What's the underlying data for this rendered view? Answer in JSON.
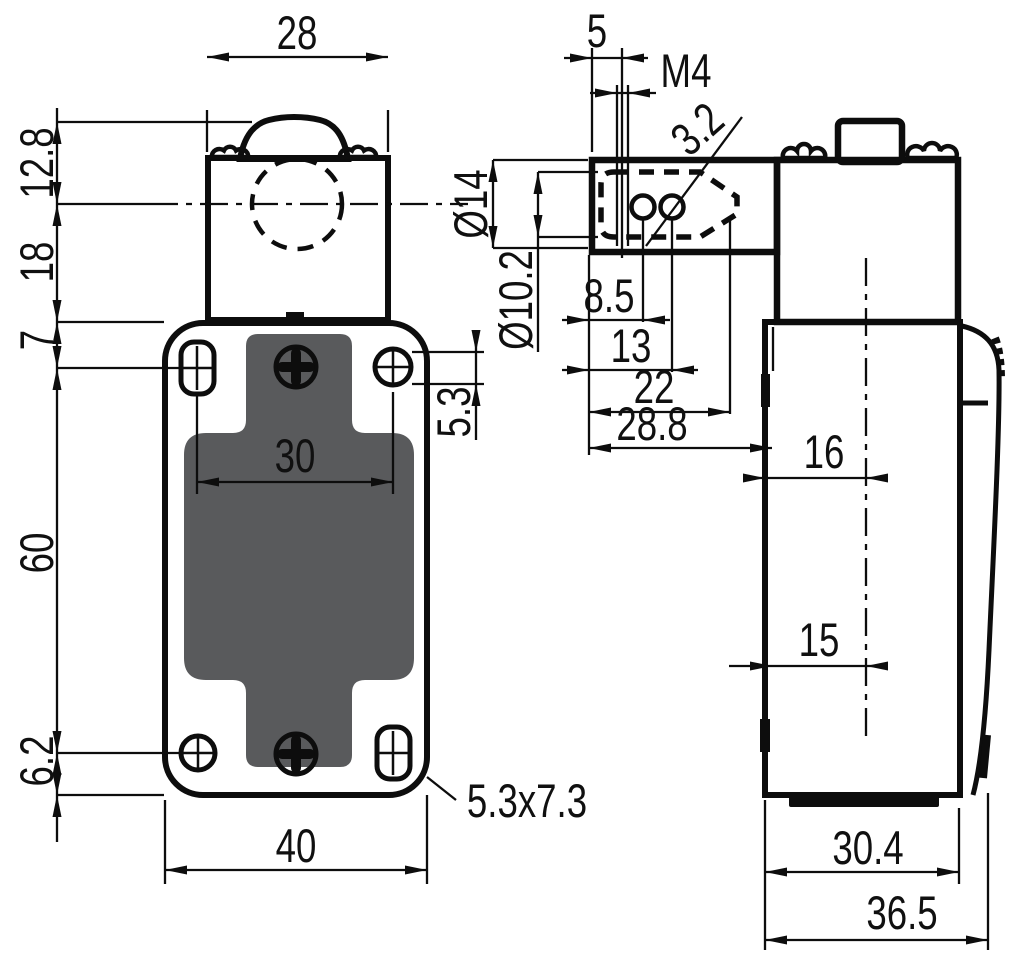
{
  "drawing": {
    "type": "technical-dimension-drawing",
    "subject": "safety limit switch, front view and side view"
  },
  "colors": {
    "line": "#0d0d0d",
    "body_dark": "#3e3f41",
    "body_panel": "#595a5c",
    "head_fill": "#5b5c5e",
    "white": "#ffffff"
  },
  "dims": {
    "front": {
      "head_width": "28",
      "top_to_center": "12.8",
      "center_to_body": "18",
      "body_to_hole": "7",
      "hole_span_vertical": "60",
      "hole_to_bottom": "6.2",
      "hole_span_horizontal": "30",
      "body_width": "40",
      "hole_height": "5.3",
      "slot_size": "5.3x7.3"
    },
    "side": {
      "hole_offset": "5",
      "thread": "M4",
      "small_hole_diameter": "3.2",
      "head_diameter": "Ø14",
      "shaft_diameter": "Ø10.2",
      "edge_to_hole1": "8.5",
      "edge_to_hole2": "13",
      "edge_to_tip": "22",
      "head_depth": "28.8",
      "edge_to_axis_outer": "16",
      "edge_to_axis": "15",
      "body_depth": "30.4",
      "overall_depth": "36.5"
    }
  }
}
